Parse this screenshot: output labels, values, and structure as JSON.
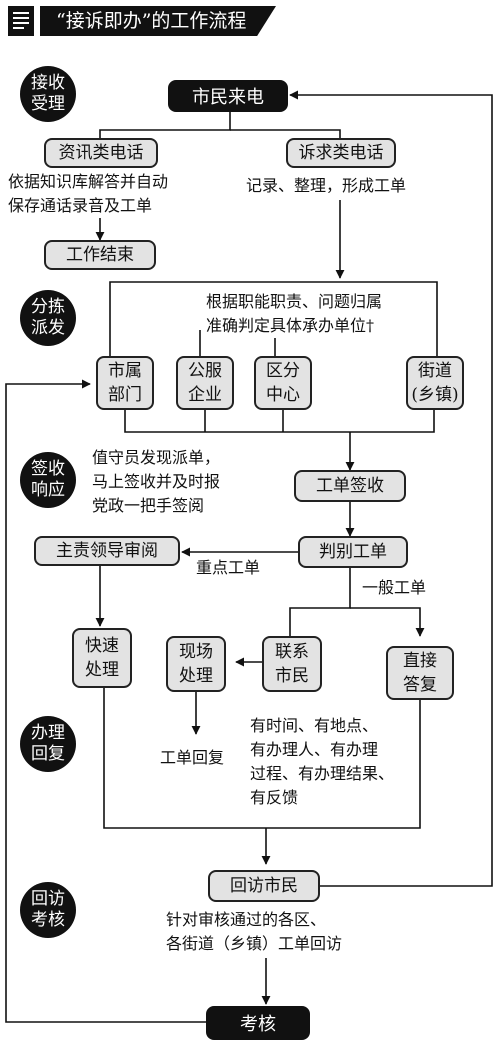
{
  "header": {
    "title": "“接诉即办”的工作流程"
  },
  "stages": {
    "receive": "接收\n受理",
    "dispatch": "分拣\n派发",
    "sign": "签收\n响应",
    "handle": "办理\n回复",
    "revisit": "回访\n考核"
  },
  "nodes": {
    "citizen_call": "市民来电",
    "info_call": "资讯类电话",
    "appeal_call": "诉求类电话",
    "info_note": "依据知识库解答并自动\n保存通话录音及工单",
    "appeal_note": "记录、整理，形成工单",
    "work_end": "工作结束",
    "dispatch_note": "根据职能职责、问题归属\n准确判定具体承办单位†",
    "unit_city": "市属\n部门",
    "unit_public": "公服\n企业",
    "unit_district": "区分\n中心",
    "unit_street": "街道\n(乡镇)",
    "sign_note": "值守员发现派单，\n马上签收并及时报\n党政一把手签阅",
    "order_sign": "工单签收",
    "leader_review": "主责领导审阅",
    "judge_order": "判别工单",
    "key_order": "重点工单",
    "general_order": "一般工单",
    "fast_handle": "快速\n处理",
    "onsite_handle": "现场\n处理",
    "contact_citizen": "联系\n市民",
    "direct_reply": "直接\n答复",
    "order_reply": "工单回复",
    "reply_note": "有时间、有地点、\n有办理人、有办理\n过程、有办理结果、\n有反馈",
    "revisit_citizen": "回访市民",
    "revisit_note": "针对审核通过的各区、\n各街道（乡镇）工单回访",
    "assessment": "考核"
  }
}
